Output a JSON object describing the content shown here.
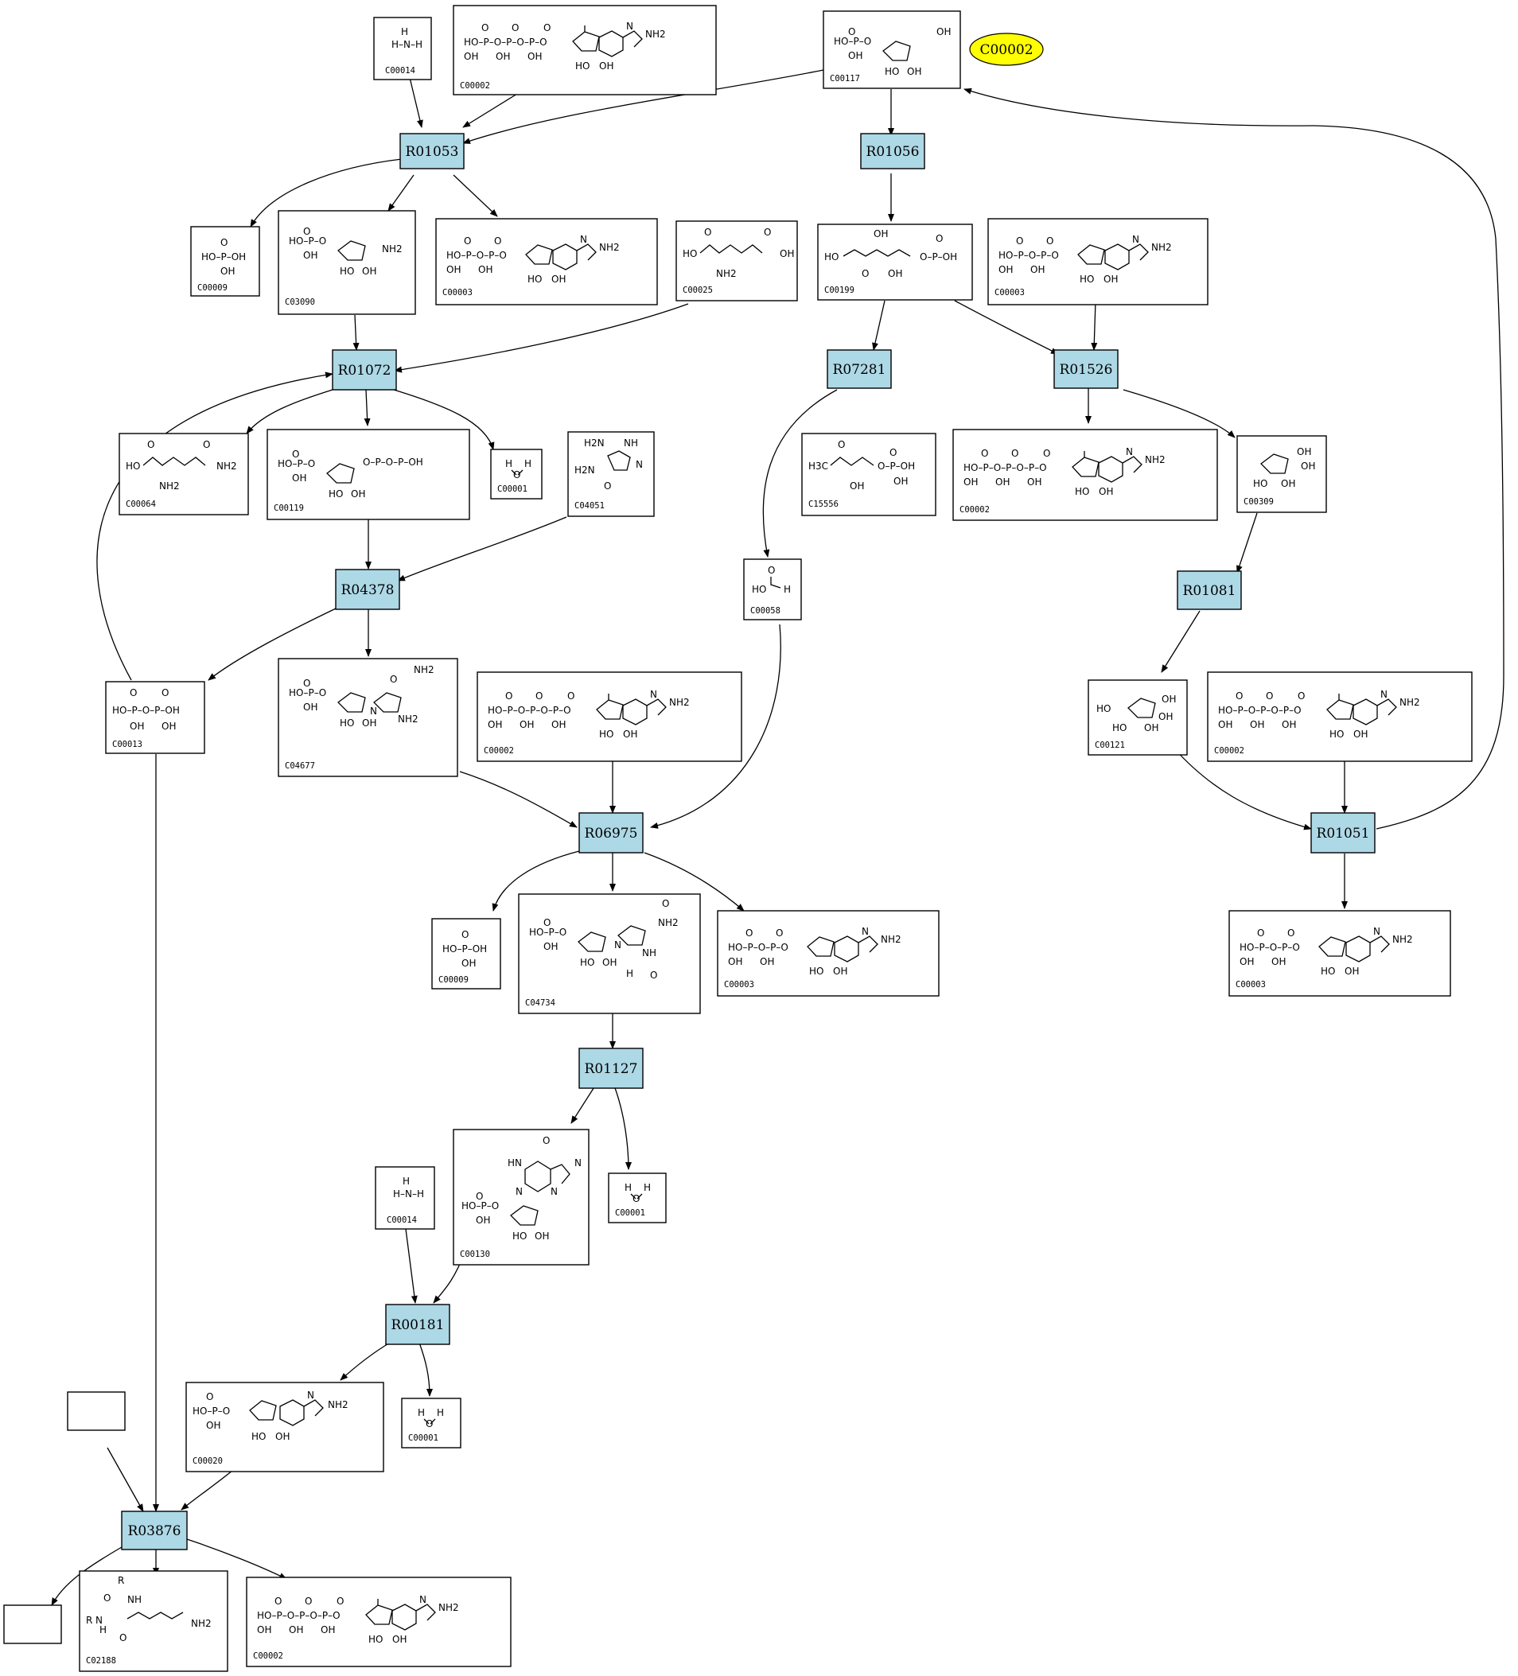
{
  "highlight": {
    "label": "C00002",
    "color": "#ffff00"
  },
  "reactions": {
    "R01053": "R01053",
    "R01056": "R01056",
    "R01072": "R01072",
    "R07281": "R07281",
    "R01526": "R01526",
    "R04378": "R04378",
    "R01081": "R01081",
    "R06975": "R06975",
    "R01051": "R01051",
    "R01127": "R01127",
    "R00181": "R00181",
    "R03876": "R03876"
  },
  "reaction_color": "#add8e6",
  "compounds": {
    "c00014a": "C00014",
    "c00002a": "C00002",
    "c00117": "C00117",
    "c00009a": "C00009",
    "c03090": "C03090",
    "c00003a": "C00003",
    "c00025": "C00025",
    "c00199": "C00199",
    "c00003b": "C00003",
    "c00064": "C00064",
    "c00119": "C00119",
    "c00001a": "C00001",
    "c04051": "C04051",
    "c15556": "C15556",
    "c00002b": "C00002",
    "c00309": "C00309",
    "c00058": "C00058",
    "c00013": "C00013",
    "c04677": "C04677",
    "c00002c": "C00002",
    "c00121": "C00121",
    "c00002d": "C00002",
    "c00009b": "C00009",
    "c04734": "C04734",
    "c00003c": "C00003",
    "c00003d": "C00003",
    "c00130": "C00130",
    "c00001b": "C00001",
    "c00014b": "C00014",
    "c00001c": "C00001",
    "c00020": "C00020",
    "c02188": "C02188",
    "c00002e": "C00002"
  },
  "structure_text": {
    "phosphate": [
      "HO",
      "P",
      "OH",
      "O",
      "OH"
    ],
    "amine": [
      "H",
      "N",
      "H",
      "H"
    ],
    "water": [
      "H",
      "O",
      "H"
    ],
    "adenine": [
      "N",
      "NH2",
      "N",
      "N"
    ],
    "sugar": [
      "O",
      "HO",
      "OH"
    ],
    "glutamate": [
      "HO",
      "O",
      "OH",
      "NH2"
    ],
    "glutamine": [
      "HO",
      "O",
      "NH2",
      "NH2"
    ],
    "formate": [
      "O",
      "HO",
      "H"
    ],
    "ribose": [
      "OH",
      "HO",
      "OH"
    ],
    "imidazole": [
      "H2N",
      "NH",
      "N",
      "H2N",
      "O"
    ],
    "aicar": [
      "NH2",
      "O",
      "NH2",
      "N"
    ],
    "fair": [
      "NH2",
      "NH",
      "H",
      "O"
    ],
    "inosine": [
      "O",
      "HN",
      "N",
      "N"
    ],
    "deoxypentulose": [
      "HO",
      "OH",
      "O",
      "OH"
    ],
    "hydroxyacetone": [
      "H3C",
      "O",
      "OH",
      "OH"
    ],
    "lysine": [
      "R",
      "O",
      "NH",
      "R",
      "N",
      "H",
      "O",
      "NH2"
    ]
  }
}
